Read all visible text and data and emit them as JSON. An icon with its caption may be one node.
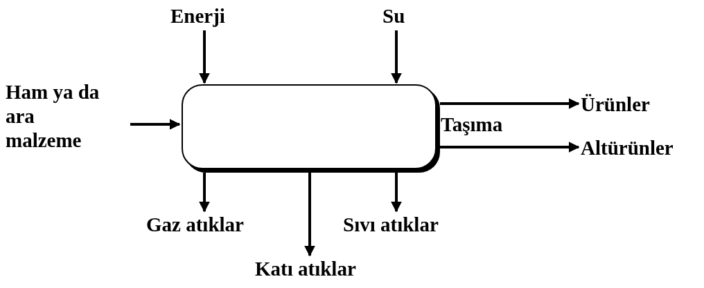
{
  "diagram": {
    "nodes": [
      {
        "text": [
          "Enerji"
        ]
      },
      {
        "text": [
          "Su"
        ]
      },
      {
        "text": [
          "Ham ya da ara malzeme"
        ]
      },
      {
        "text": [],
        "shape": "box"
      },
      {
        "text": [
          "Ürünler"
        ]
      },
      {
        "text": [
          "Altürünler"
        ]
      },
      {
        "text": [
          "Gaz atıklar"
        ]
      },
      {
        "text": [
          "Katı atıklar"
        ]
      },
      {
        "text": [
          "Sıvı atıklar"
        ]
      }
    ],
    "edges": [
      {
        "from": 0,
        "to": 3,
        "arrow": "to"
      },
      {
        "from": 1,
        "to": 3,
        "arrow": "to"
      },
      {
        "from": 2,
        "to": 3,
        "arrow": "to"
      },
      {
        "from": 3,
        "to": 4,
        "arrow": "to"
      },
      {
        "from": 3,
        "to": 5,
        "arrow": "to"
      },
      {
        "from": 3,
        "to": 6,
        "arrow": "to"
      },
      {
        "from": 3,
        "to": 7,
        "arrow": "to"
      },
      {
        "from": 3,
        "to": 8,
        "arrow": "to"
      }
    ],
    "labels": [
      "Taşıma"
    ]
  }
}
